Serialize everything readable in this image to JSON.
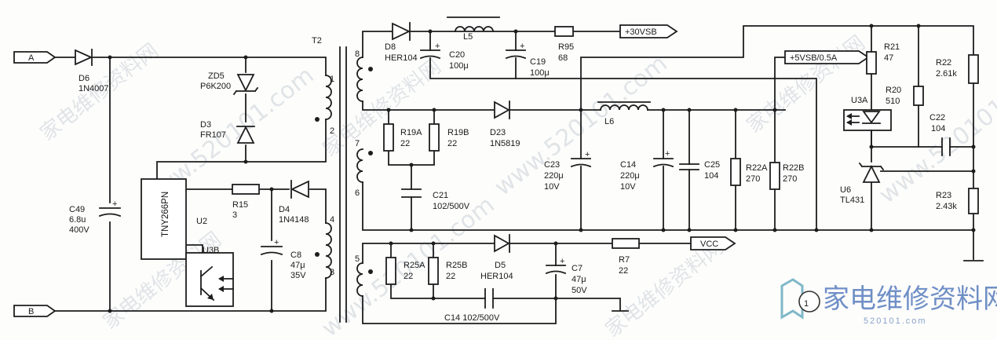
{
  "labels": {
    "A": "A",
    "B": "B",
    "plus": "+",
    "D6": "D6",
    "D6_part": "1N4007",
    "ZD5": "ZD5",
    "ZD5_part": "P6K200",
    "D3": "D3",
    "D3_part": "FR107",
    "T2": "T2",
    "pin1": "1",
    "pin2": "2",
    "pin3": "3",
    "pin4": "4",
    "pin5": "5",
    "pin6": "6",
    "pin7": "7",
    "pin8": "8",
    "C49": "C49",
    "C49_v": "6.8u",
    "C49_r": "400V",
    "U2": "U2",
    "U2_part": "TNY266PN",
    "R15": "R15",
    "R15_v": "3",
    "D4": "D4",
    "D4_part": "1N4148",
    "C8": "C8",
    "C8_v": "47μ",
    "C8_r": "35V",
    "U3B": "U3B",
    "D8": "D8",
    "D8_part": "HER104",
    "L5": "L5",
    "C20": "C20",
    "C20_v": "100μ",
    "C19": "C19",
    "C19_v": "100μ",
    "R95": "R95",
    "R95_v": "68",
    "out30": "+30VSB",
    "out5": "+5VSB/0.5A",
    "R19A": "R19A",
    "R19A_v": "22",
    "R19B": "R19B",
    "R19B_v": "22",
    "C21": "C21",
    "C21_v": "102/500V",
    "D23": "D23",
    "D23_part": "1N5819",
    "C23": "C23",
    "C23_v": "220μ",
    "C23_r": "10V",
    "L6": "L6",
    "C14": "C14",
    "C14_v": "220μ",
    "C14_r": "10V",
    "C25": "C25",
    "C25_v": "104",
    "R22A": "R22A",
    "R22A_v": "270",
    "R22B": "R22B",
    "R22B_v": "270",
    "R25A": "R25A",
    "R25A_v": "22",
    "R25B": "R25B",
    "R25B_v": "22",
    "D5": "D5",
    "D5_part": "HER104",
    "C7": "C7",
    "C7_v": "47μ",
    "C7_r": "50V",
    "C14b": "C14  102/500V",
    "R7": "R7",
    "R7_v": "22",
    "VCC": "VCC",
    "R21": "R21",
    "R21_v": "47",
    "R20": "R20",
    "R20_v": "510",
    "R22": "R22",
    "R22_v": "2.61k",
    "U3A": "U3A",
    "C22": "C22",
    "C22_v": "104",
    "U6": "U6",
    "U6_part": "TL431",
    "R23": "R23",
    "R23_v": "2.43k",
    "fig": "1"
  },
  "logo": {
    "title": "家电维修资料网",
    "url": "520101.com"
  },
  "watermark": {
    "cn": "家电维修资料网",
    "url": "www.520101.com"
  }
}
